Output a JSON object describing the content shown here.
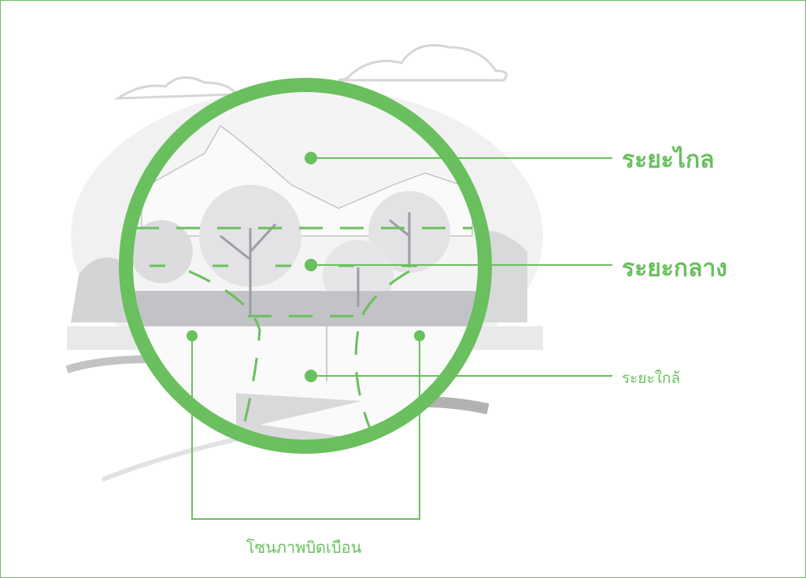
{
  "labels": {
    "far": "ระยะไกล",
    "middle": "ระยะกลาง",
    "near": "ระยะใกล้",
    "distortion_zone": "โซนภาพบิดเบือน"
  },
  "colors": {
    "accent": "#6abf5e",
    "scene_gray": "#c9cacc"
  }
}
